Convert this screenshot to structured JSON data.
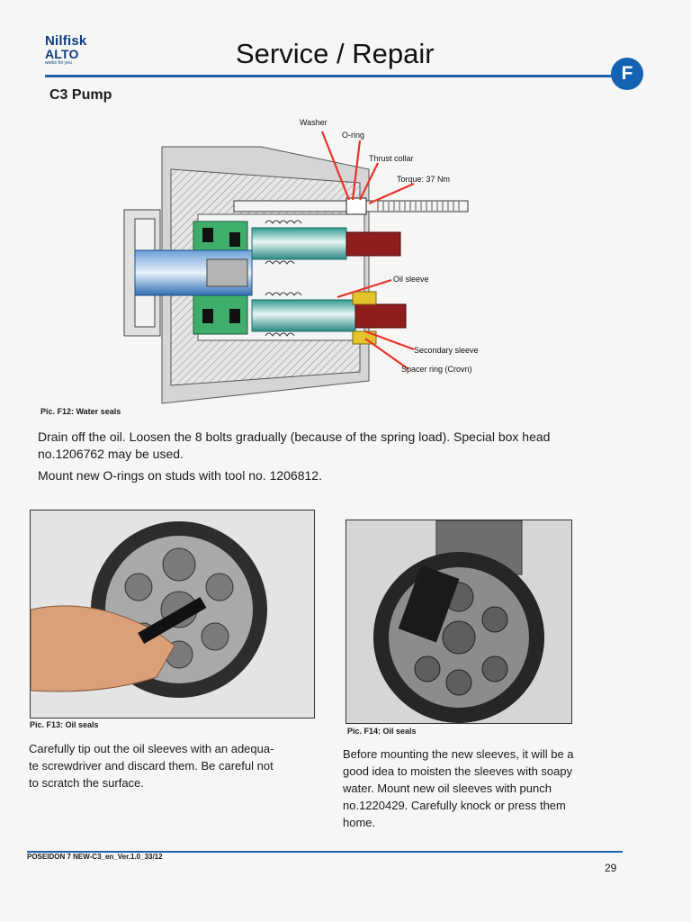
{
  "header": {
    "logo_line1": "Nilfisk",
    "logo_line2": "ALTO",
    "logo_tagline": "works for you",
    "title": "Service / Repair",
    "section_badge": "F"
  },
  "section_title": "C3 Pump",
  "diagram": {
    "labels": {
      "washer": "Washer",
      "o_ring": "O-ring",
      "thrust_collar": "Thrust collar",
      "torque": "Torque: 37 Nm",
      "oil_sleeve": "Oil sleeve",
      "secondary_sleeve": "Secondary sleeve",
      "spacer_ring": "Spacer ring (Crovn)"
    },
    "caption": "Pic. F12: Water seals"
  },
  "instructions": {
    "line1": "Drain off the oil. Loosen the 8 bolts gradually (because of the spring load). Special box head",
    "line2": "no.1206762 may be used.",
    "line3": "Mount new O-rings on studs with tool no. 1206812."
  },
  "photo_left": {
    "caption": "Pic. F13: Oil seals",
    "text": [
      "Carefully tip out the oil sleeves with an adequa-",
      "te screwdriver and discard them. Be careful not",
      "to scratch the surface."
    ]
  },
  "photo_right": {
    "caption": "Pic. F14: Oil seals",
    "text": [
      "Before mounting the new sleeves, it will be a",
      "good idea to moisten the sleeves with soapy",
      "water. Mount new oil sleeves with punch",
      "no.1220429. Carefully knock or press them",
      "home."
    ]
  },
  "footer": {
    "doc_id": "POSEIDON 7 NEW-C3_en_Ver.1.0_33/12",
    "page_number": "29"
  },
  "colors": {
    "brand_blue": "#1d63b0",
    "leader_red": "#e8332a",
    "piston_teal": "#3aa7a0",
    "plunger_red": "#8e1d1d",
    "seal_green": "#2e9e55",
    "seal_yellow": "#e3c22a"
  }
}
